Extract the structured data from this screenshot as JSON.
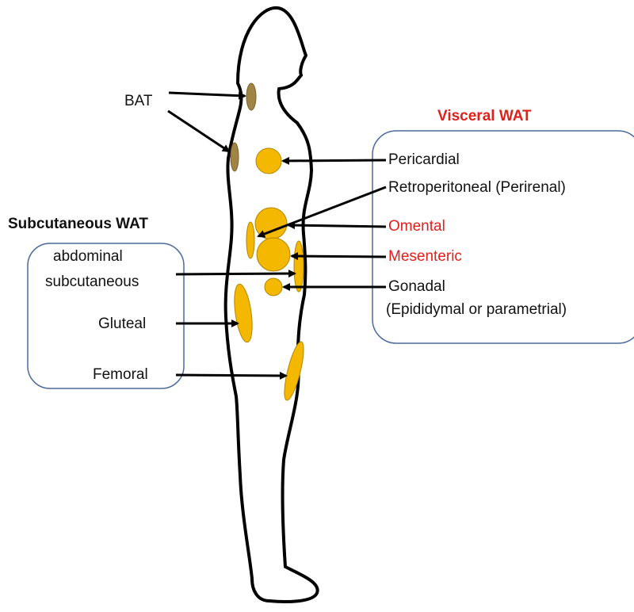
{
  "labels": {
    "bat": "BAT",
    "visceral_title": "Visceral WAT",
    "subcutaneous_title": "Subcutaneous WAT",
    "pericardial": "Pericardial",
    "retroperitoneal": "Retroperitoneal (Perirenal)",
    "omental": "Omental",
    "mesenteric": "Mesenteric",
    "gonadal": "Gonadal",
    "gonadal_detail": "(Epididymal or parametrial)",
    "abdominal_1": "abdominal",
    "abdominal_2": "subcutaneous",
    "gluteal": "Gluteal",
    "femoral": "Femoral"
  },
  "colors": {
    "wat_fill": "#f5b800",
    "bat_fill": "#a08444",
    "outline": "#000000",
    "box_border": "#4a6a9a",
    "highlight_text": "#e0201b"
  }
}
